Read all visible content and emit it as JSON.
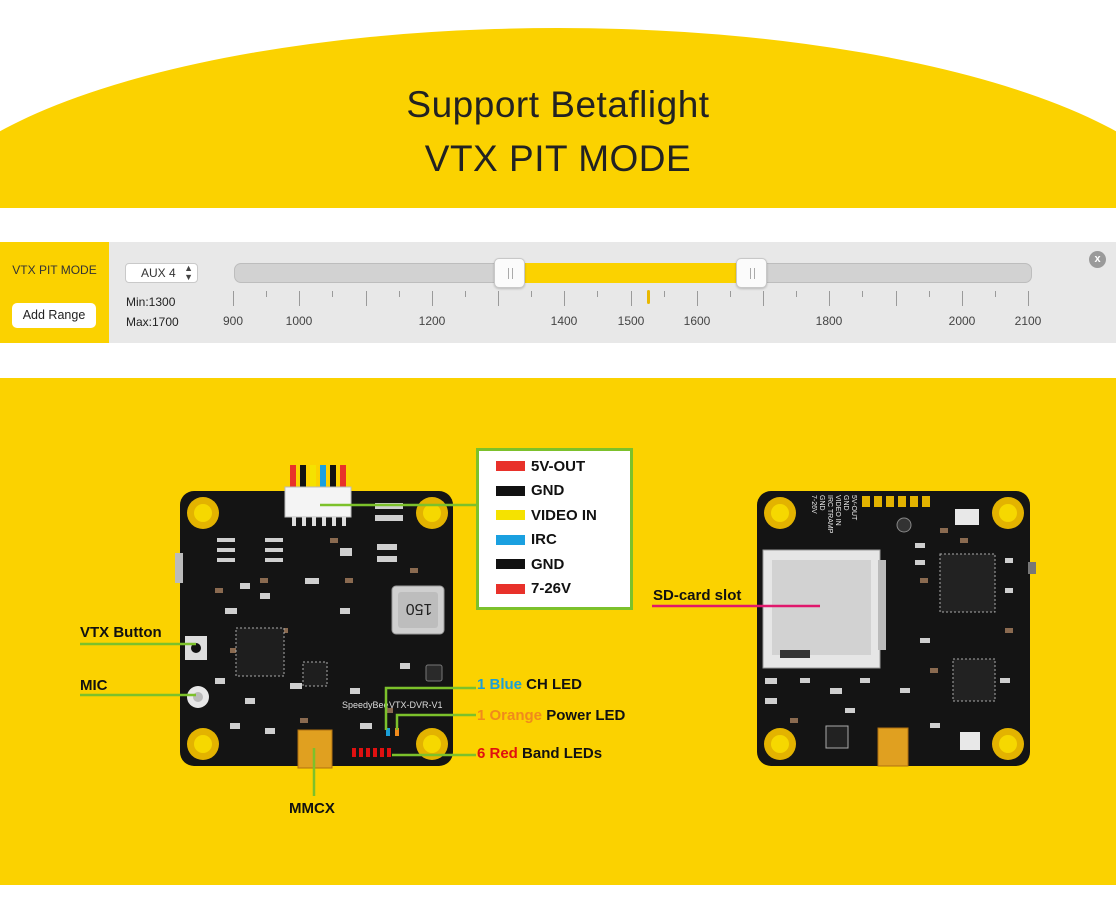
{
  "header": {
    "line1": "Support Betaflight",
    "line2": "VTX PIT MODE"
  },
  "pit_mode": {
    "mode_label": "VTX PIT MODE",
    "add_range_label": "Add Range",
    "aux_selected": "AUX 4",
    "min_label": "Min:1300",
    "max_label": "Max:1700",
    "close_glyph": "x",
    "range_min": 1300,
    "range_max": 1700,
    "current_value": 1500,
    "scale_min": 900,
    "scale_max": 2100,
    "tick_labels": [
      "900",
      "1000",
      "1200",
      "1400",
      "1500",
      "1600",
      "1800",
      "2000",
      "2100"
    ],
    "accent_color": "#fbd200"
  },
  "board": {
    "legend": [
      {
        "label": "5V-OUT",
        "color": "#e8312a"
      },
      {
        "label": "GND",
        "color": "#111111"
      },
      {
        "label": "VIDEO IN",
        "color": "#f5e200"
      },
      {
        "label": "IRC",
        "color": "#1aa0e0"
      },
      {
        "label": "GND",
        "color": "#111111"
      },
      {
        "label": "7-26V",
        "color": "#e8312a"
      }
    ],
    "callouts": {
      "vtx_button": "VTX Button",
      "mic": "MIC",
      "mmcx": "MMCX",
      "sd_card": "SD-card slot",
      "blue_prefix": "1 Blue",
      "blue_suffix": " CH LED",
      "orange_prefix": "1 Orange",
      "orange_suffix": " Power LED",
      "red_prefix": "6 Red",
      "red_suffix": " Band LEDs"
    },
    "silkscreen": {
      "brand": "SpeedyBee",
      "model": "VTX-DVR-V1",
      "inductor": "150",
      "back_labels": [
        "5V-OUT",
        "GND",
        "VIDEO IN",
        "IRC TRAMP",
        "GND",
        "7-26V"
      ]
    },
    "colors": {
      "line_green": "#7cc12b",
      "line_pink": "#e0186c",
      "blue": "#1a9fd8",
      "orange": "#f08a1c",
      "red": "#e01010"
    }
  }
}
